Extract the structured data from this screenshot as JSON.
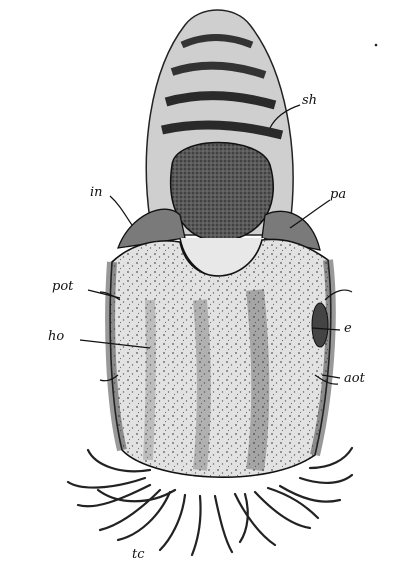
{
  "figure": {
    "labels": {
      "sh": "sh",
      "in": "in",
      "pa": "pa",
      "pot": "pot",
      "ho": "ho",
      "e": "e",
      "aot": "aot",
      "tc": "tc"
    }
  }
}
